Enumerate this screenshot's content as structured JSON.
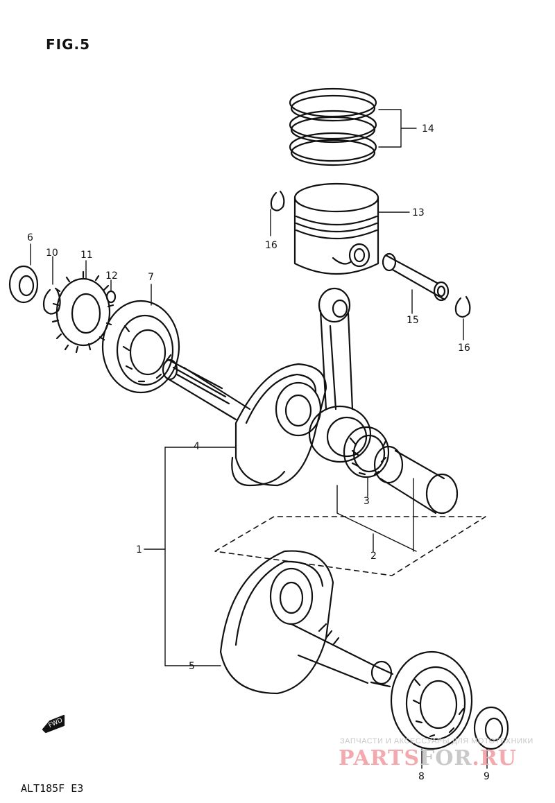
{
  "figure": {
    "title": "FIG.5",
    "model_code": "ALT185F  E3",
    "fwd_label": "FWD"
  },
  "watermark": {
    "tagline": "ЗАПЧАСТИ И АКСЕССУАРЫ ДЛЯ МОТОТЕХНИКИ",
    "brand_a": "PARTS",
    "brand_b": "FOR",
    "brand_c": ".RU",
    "color": "#f3a9ad"
  },
  "callouts": {
    "c1": "1",
    "c2": "2",
    "c3": "3",
    "c4": "4",
    "c5": "5",
    "c6": "6",
    "c7": "7",
    "c8": "8",
    "c9": "9",
    "c10": "10",
    "c11": "11",
    "c12": "12",
    "c13": "13",
    "c14": "14",
    "c15": "15",
    "c16a": "16",
    "c16b": "16"
  }
}
